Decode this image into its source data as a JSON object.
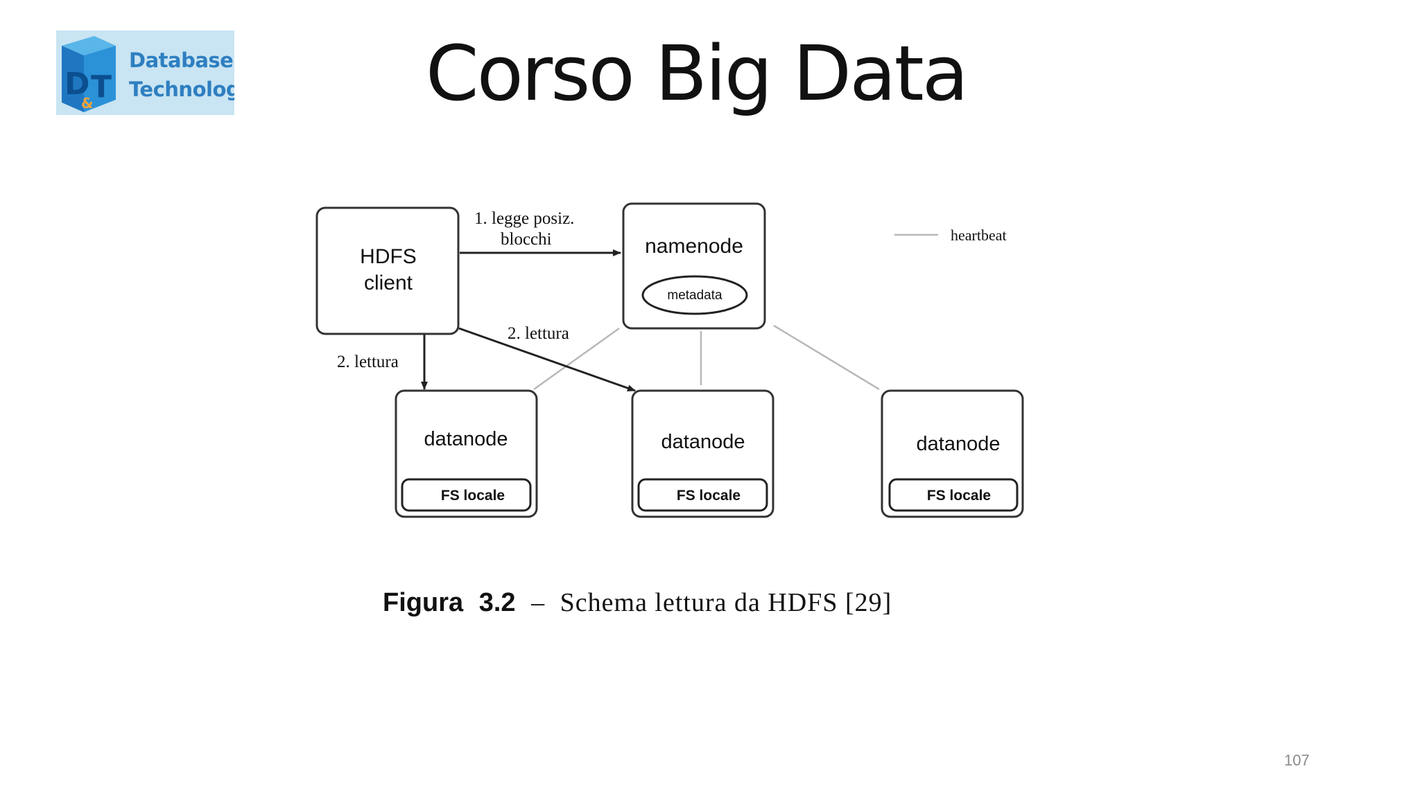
{
  "slide": {
    "title": "Corso Big Data",
    "page_number": "107"
  },
  "logo": {
    "line1": "Database",
    "amp": "&",
    "line2": "Technology",
    "mark_letters": "D&T"
  },
  "diagram": {
    "client": {
      "line1": "HDFS",
      "line2": "client"
    },
    "namenode": {
      "label": "namenode",
      "metadata": "metadata"
    },
    "datanodes": [
      {
        "label": "datanode",
        "fs": "FS locale"
      },
      {
        "label": "datanode",
        "fs": "FS locale"
      },
      {
        "label": "datanode",
        "fs": "FS locale"
      }
    ],
    "edges": {
      "read_positions_line1": "1. legge posiz.",
      "read_positions_line2": "blocchi",
      "read_a": "2. lettura",
      "read_b": "2. lettura"
    },
    "legend": {
      "heartbeat": "heartbeat"
    },
    "caption": {
      "prefix": "Figura",
      "number": "3.2",
      "dash": "–",
      "text": "Schema lettura da HDFS [29]"
    }
  },
  "colors": {
    "logo_background": "#c9e4f2",
    "logo_text": "#2e7fc1",
    "logo_amp": "#f2a23a",
    "heartbeat_line": "#b8b8b8"
  }
}
